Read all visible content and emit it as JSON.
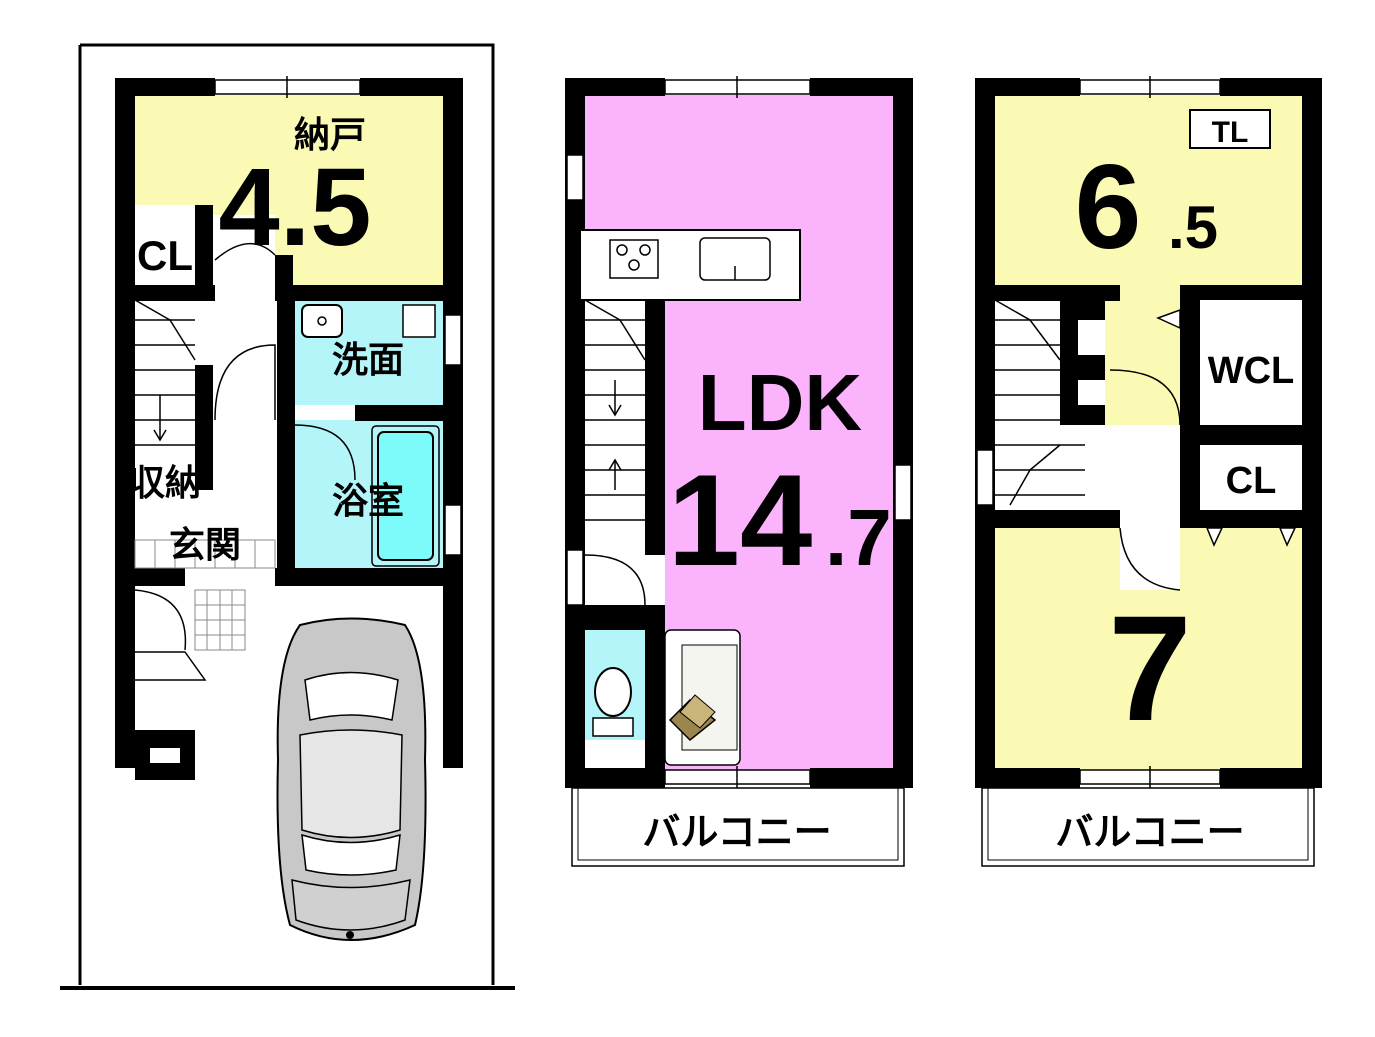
{
  "floor1": {
    "storage_room": {
      "label": "納戸",
      "size": "4.5"
    },
    "closet": "CL",
    "washroom": "洗面",
    "bathroom": "浴室",
    "storage": "収納",
    "entrance": "玄関"
  },
  "floor2": {
    "ldk": {
      "label": "LDK",
      "size_int": "14",
      "size_dec": ".7"
    },
    "balcony": "バルコニー"
  },
  "floor3": {
    "bedroom_north": {
      "size_int": "6",
      "size_dec": ".5"
    },
    "tl": "TL",
    "wcl": "WCL",
    "closet": "CL",
    "bedroom_south": {
      "size": "7"
    },
    "balcony": "バルコニー"
  },
  "colors": {
    "yellow_room": "#fafab4",
    "pink_room": "#fbb4fb",
    "blue_room": "#b4f5fa",
    "bathtub": "#7dfafa",
    "wall": "#000000"
  },
  "icons": [
    "stove-icon",
    "sink-icon",
    "toilet-icon",
    "sofa-icon",
    "car-icon",
    "bathtub-icon",
    "washbasin-icon"
  ]
}
